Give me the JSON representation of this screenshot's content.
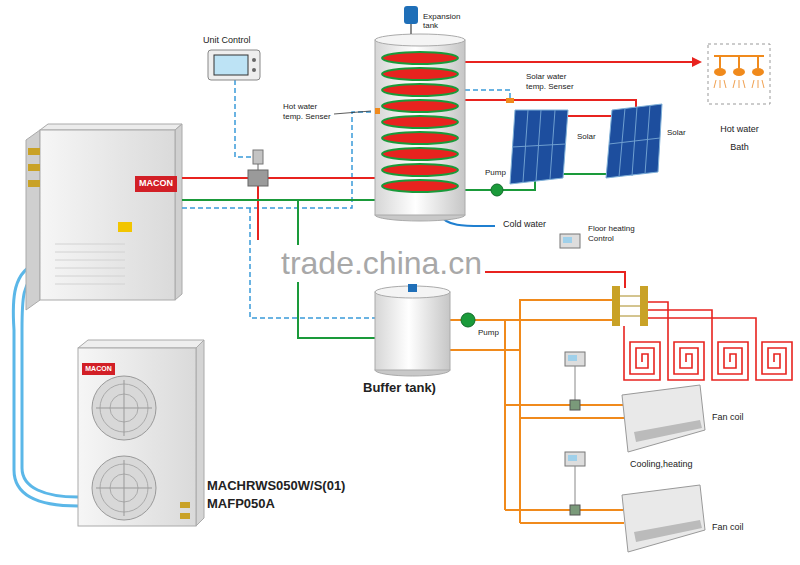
{
  "diagram": {
    "nodes": [
      {
        "text": [
          "MACON"
        ]
      },
      {
        "text": [
          "MACON"
        ]
      }
    ],
    "labels": [
      "Expansion tank",
      "Unit Control",
      "Hot water temp. Senser",
      "Solar water temp. Senser",
      "Solar",
      "Solar",
      "Hot water Bath",
      "Pump",
      "Cold water",
      "Floor heating Control",
      "trade.china.cn",
      "Buffer tank)",
      "Pump",
      "Fan coil",
      "Cooling,heating",
      "Fan coil",
      "MACHRWS050W/S(01)",
      "MAFP050A"
    ]
  }
}
